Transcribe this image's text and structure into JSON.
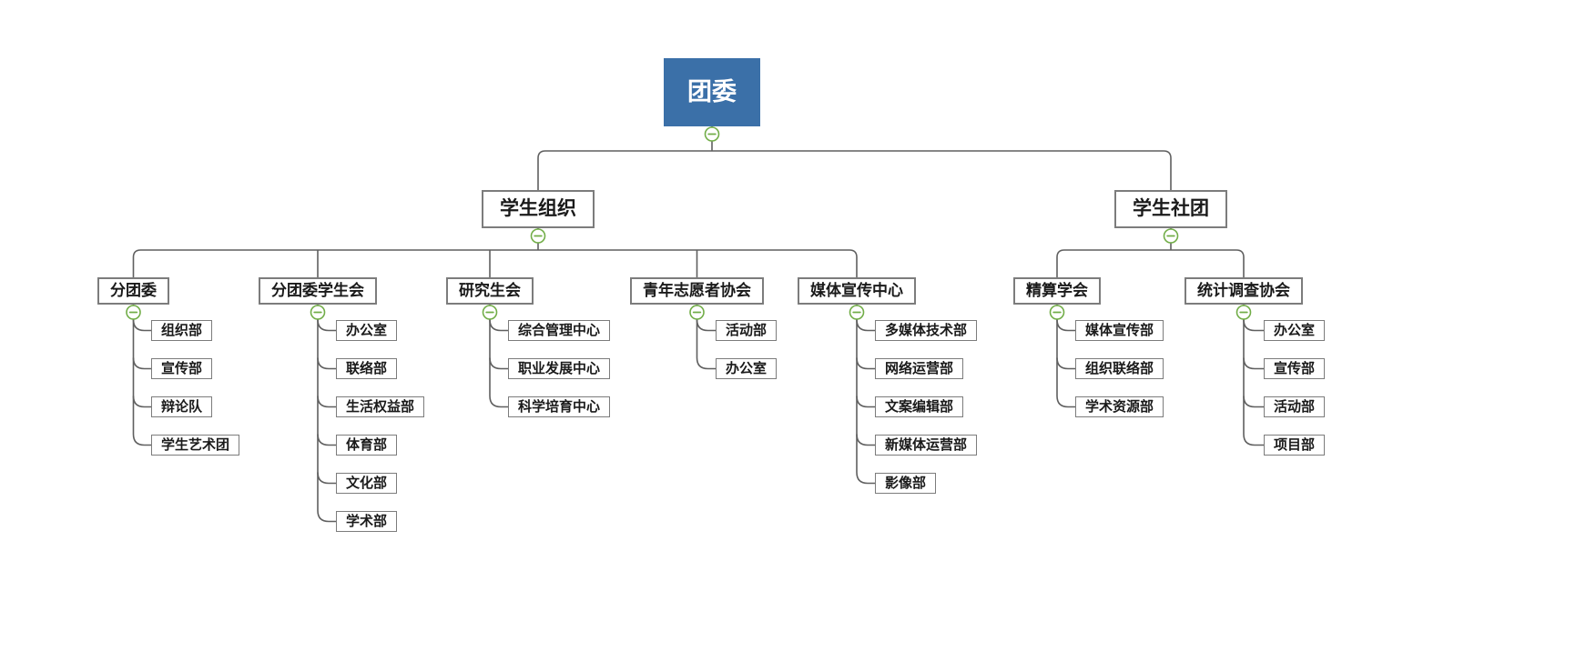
{
  "org": {
    "colors": {
      "canvas_bg": "#ffffff",
      "root_bg": "#3b70a8",
      "root_text": "#ffffff",
      "node_bg": "#ffffff",
      "node_border": "#7c7c7c",
      "node_text": "#1a1a1a",
      "connector": "#5f5f5f",
      "toggle_stroke": "#71ad47",
      "toggle_fill": "#ffffff"
    },
    "toggle_icon": "minus-circle-icon",
    "root": {
      "id": "root",
      "label": "团委",
      "children": [
        {
          "id": "xszz",
          "label": "学生组织",
          "children": [
            {
              "id": "ftw",
              "label": "分团委",
              "children": [
                {
                  "id": "ftw-c0",
                  "label": "组织部"
                },
                {
                  "id": "ftw-c1",
                  "label": "宣传部"
                },
                {
                  "id": "ftw-c2",
                  "label": "辩论队"
                },
                {
                  "id": "ftw-c3",
                  "label": "学生艺术团"
                }
              ]
            },
            {
              "id": "ftwxsh",
              "label": "分团委学生会",
              "children": [
                {
                  "id": "ftwxsh-c0",
                  "label": "办公室"
                },
                {
                  "id": "ftwxsh-c1",
                  "label": "联络部"
                },
                {
                  "id": "ftwxsh-c2",
                  "label": "生活权益部"
                },
                {
                  "id": "ftwxsh-c3",
                  "label": "体育部"
                },
                {
                  "id": "ftwxsh-c4",
                  "label": "文化部"
                },
                {
                  "id": "ftwxsh-c5",
                  "label": "学术部"
                }
              ]
            },
            {
              "id": "yjsh",
              "label": "研究生会",
              "children": [
                {
                  "id": "yjsh-c0",
                  "label": "综合管理中心"
                },
                {
                  "id": "yjsh-c1",
                  "label": "职业发展中心"
                },
                {
                  "id": "yjsh-c2",
                  "label": "科学培育中心"
                }
              ]
            },
            {
              "id": "qnzyz",
              "label": "青年志愿者协会",
              "children": [
                {
                  "id": "qnzyz-c0",
                  "label": "活动部"
                },
                {
                  "id": "qnzyz-c1",
                  "label": "办公室"
                }
              ]
            },
            {
              "id": "mtxczx",
              "label": "媒体宣传中心",
              "children": [
                {
                  "id": "mtxczx-c0",
                  "label": "多媒体技术部"
                },
                {
                  "id": "mtxczx-c1",
                  "label": "网络运营部"
                },
                {
                  "id": "mtxczx-c2",
                  "label": "文案编辑部"
                },
                {
                  "id": "mtxczx-c3",
                  "label": "新媒体运营部"
                },
                {
                  "id": "mtxczx-c4",
                  "label": "影像部"
                }
              ]
            }
          ]
        },
        {
          "id": "xsst",
          "label": "学生社团",
          "children": [
            {
              "id": "jsxh",
              "label": "精算学会",
              "children": [
                {
                  "id": "jsxh-c0",
                  "label": "媒体宣传部"
                },
                {
                  "id": "jsxh-c1",
                  "label": "组织联络部"
                },
                {
                  "id": "jsxh-c2",
                  "label": "学术资源部"
                }
              ]
            },
            {
              "id": "tjdc",
              "label": "统计调查协会",
              "children": [
                {
                  "id": "tjdc-c0",
                  "label": "办公室"
                },
                {
                  "id": "tjdc-c1",
                  "label": "宣传部"
                },
                {
                  "id": "tjdc-c2",
                  "label": "活动部"
                },
                {
                  "id": "tjdc-c3",
                  "label": "项目部"
                }
              ]
            }
          ]
        }
      ]
    }
  }
}
